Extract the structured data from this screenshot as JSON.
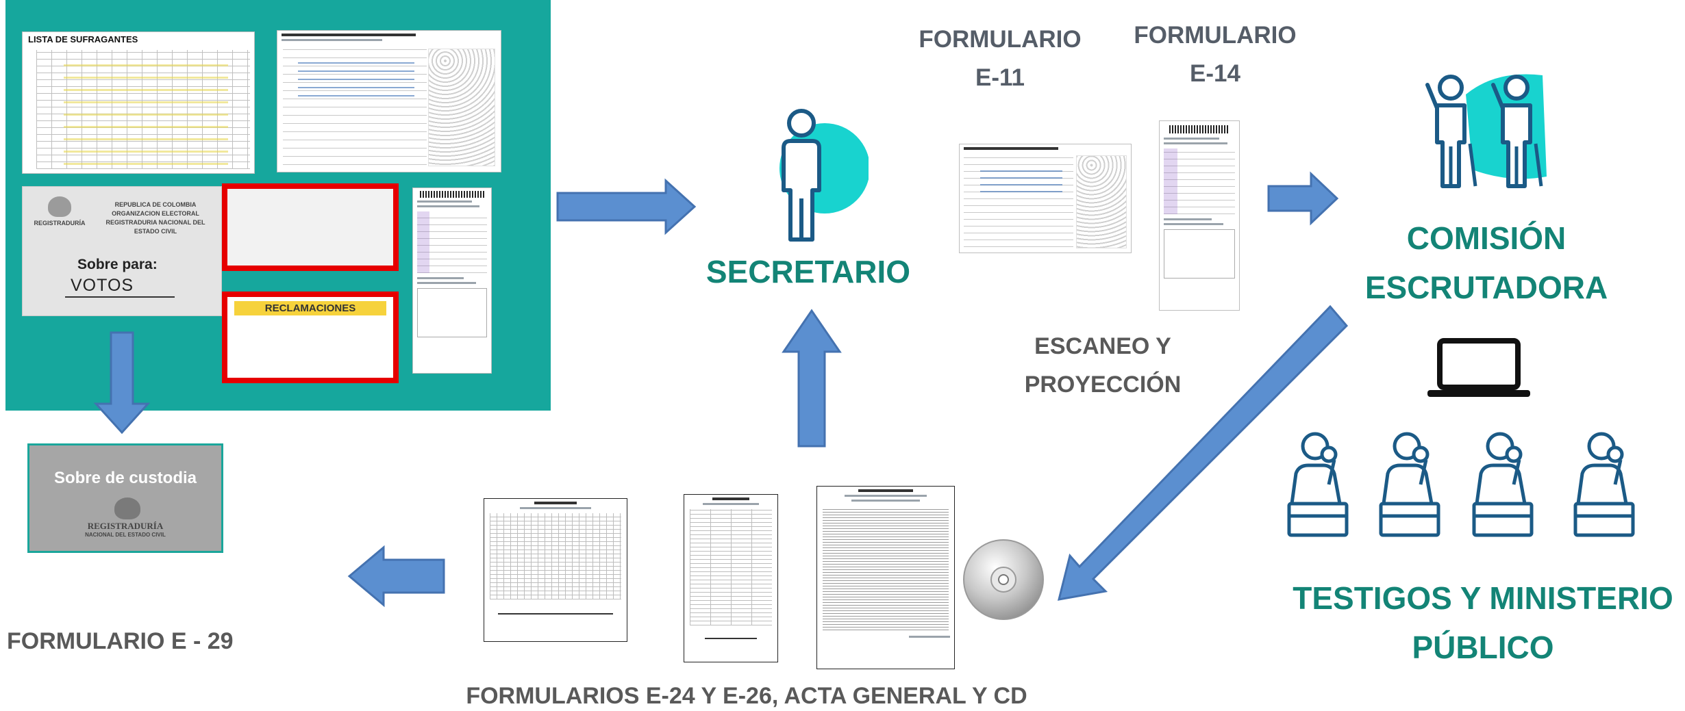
{
  "documents": {
    "voters_list_title": "LISTA DE SUFRAGANTES",
    "envelope_heading": "Sobre para:",
    "envelope_value": "VOTOS",
    "envelope_org_line1": "REPUBLICA DE COLOMBIA",
    "envelope_org_line2": "ORGANIZACION ELECTORAL",
    "envelope_org_line3": "REGISTRADURIA NACIONAL DEL ESTADO CIVIL",
    "envelope_logo_text": "REGISTRADURÍA",
    "claims_title": "RECLAMACIONES",
    "custody_title": "Sobre de custodia",
    "custody_logo_line1": "REGISTRADURÍA",
    "custody_logo_line2": "NACIONAL DEL ESTADO CIVIL"
  },
  "labels": {
    "secretario": "SECRETARIO",
    "formulario_e11_line1": "FORMULARIO",
    "formulario_e11_line2": "E-11",
    "formulario_e14_line1": "FORMULARIO",
    "formulario_e14_line2": "E-14",
    "escaneo_line1": "ESCANEO Y",
    "escaneo_line2": "PROYECCIÓN",
    "comision_line1": "COMISIÓN",
    "comision_line2": "ESCRUTADORA",
    "testigos_line1": "TESTIGOS Y MINISTERIO",
    "testigos_line2": "PÚBLICO",
    "formulario_e29": "FORMULARIO E - 29",
    "formularios_e24": "FORMULARIOS E-24 Y E-26, ACTA GENERAL Y CD"
  },
  "colors": {
    "teal_panel": "#16a79d",
    "teal_text": "#138476",
    "arrow": "#5b8fd0",
    "icon_stroke": "#1b5a86",
    "icon_accent": "#18d3cf"
  },
  "icons": [
    "person-icon",
    "waving-people-icon",
    "laptop-icon",
    "witness-icon",
    "cd-icon"
  ]
}
